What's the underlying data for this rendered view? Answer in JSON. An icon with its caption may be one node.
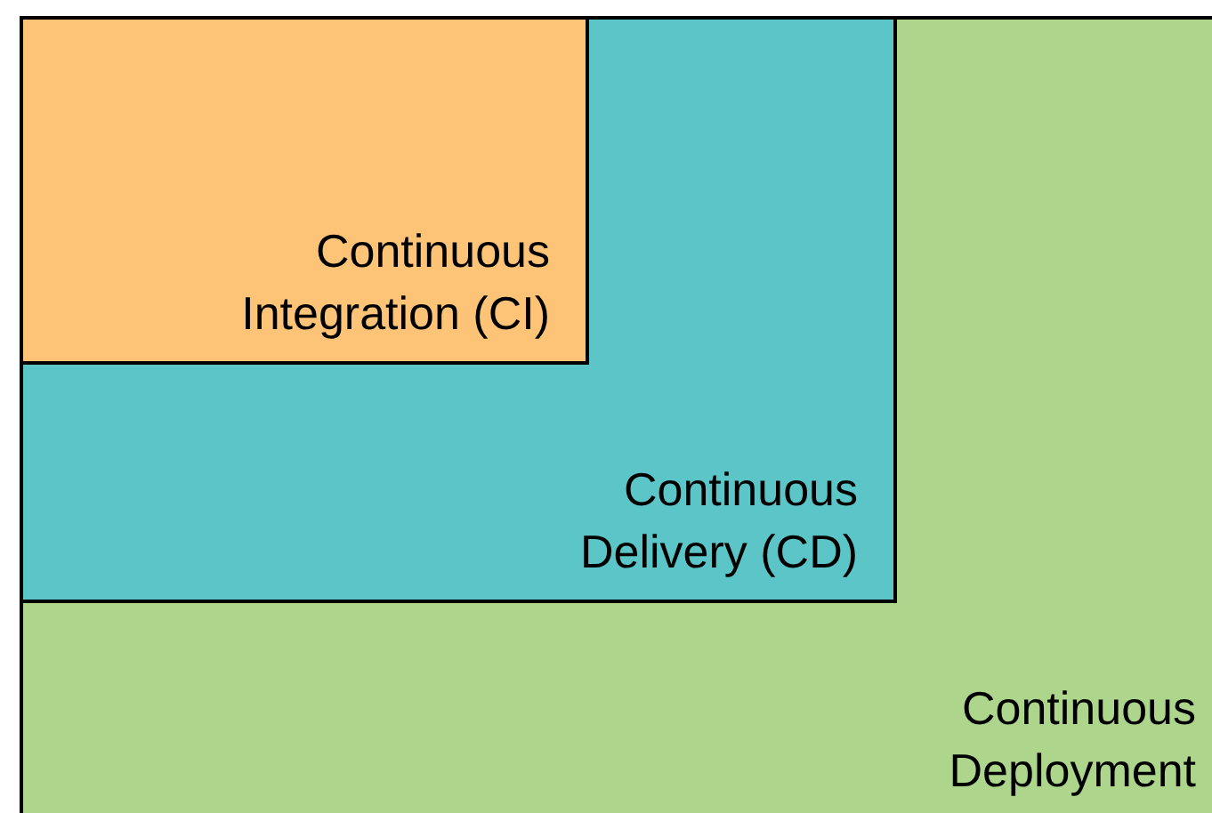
{
  "diagram": {
    "nodes": [
      {
        "text": [
          "Continuous Deployment"
        ]
      },
      {
        "text": [
          "Continuous Delivery (CD)"
        ],
        "in": 0
      },
      {
        "text": [
          "Continuous Integration (CI)"
        ],
        "in": 1
      }
    ]
  }
}
